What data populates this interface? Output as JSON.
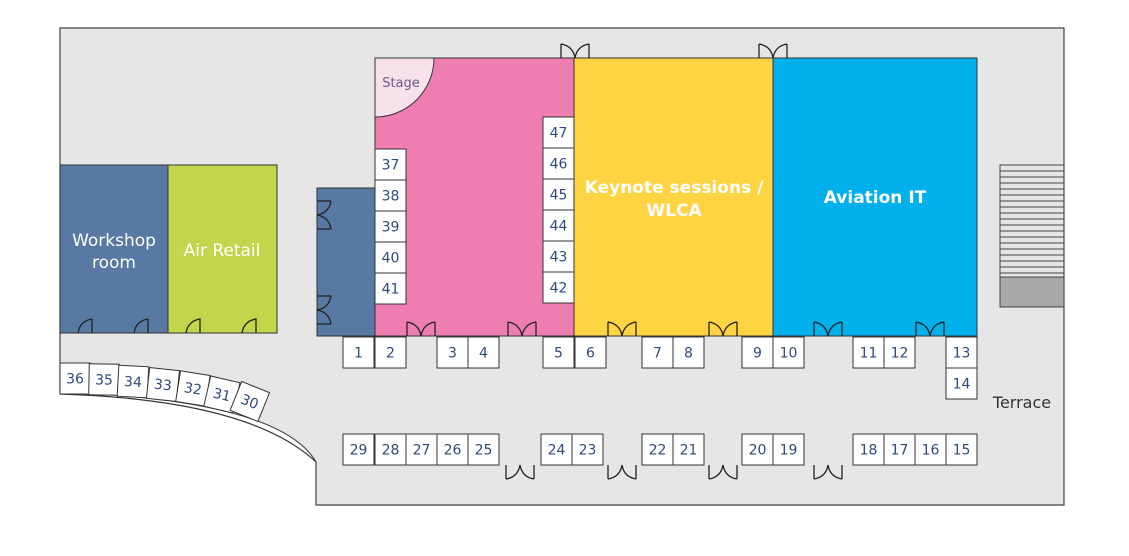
{
  "colors": {
    "floor": "#e6e6e6",
    "workshop": "#5779a3",
    "air_retail": "#c3d54b",
    "pink_hall": "#ee7eb0",
    "keynote": "#fed443",
    "aviation": "#00b0ea",
    "stage": "#f7e2ec",
    "booth_text": "#2f4a7a",
    "outline": "#333333"
  },
  "rooms": {
    "workshop": "Workshop room",
    "air_retail": "Air Retail",
    "stage": "Stage",
    "keynote_line1": "Keynote sessions /",
    "keynote_line2": "WLCA",
    "aviation": "Aviation IT",
    "terrace": "Terrace"
  },
  "booths": {
    "pink_left": [
      "37",
      "38",
      "39",
      "40",
      "41"
    ],
    "pink_right": [
      "47",
      "46",
      "45",
      "44",
      "43",
      "42"
    ],
    "top_row": [
      "1",
      "2",
      "3",
      "4",
      "5",
      "6",
      "7",
      "8",
      "9",
      "10",
      "11",
      "12",
      "13"
    ],
    "right_side": [
      "14"
    ],
    "bottom_row": [
      "29",
      "28",
      "27",
      "26",
      "25",
      "24",
      "23",
      "22",
      "21",
      "20",
      "19",
      "18",
      "17",
      "16",
      "15"
    ],
    "curved_row": [
      "36",
      "35",
      "34",
      "33",
      "32",
      "31",
      "30"
    ]
  }
}
